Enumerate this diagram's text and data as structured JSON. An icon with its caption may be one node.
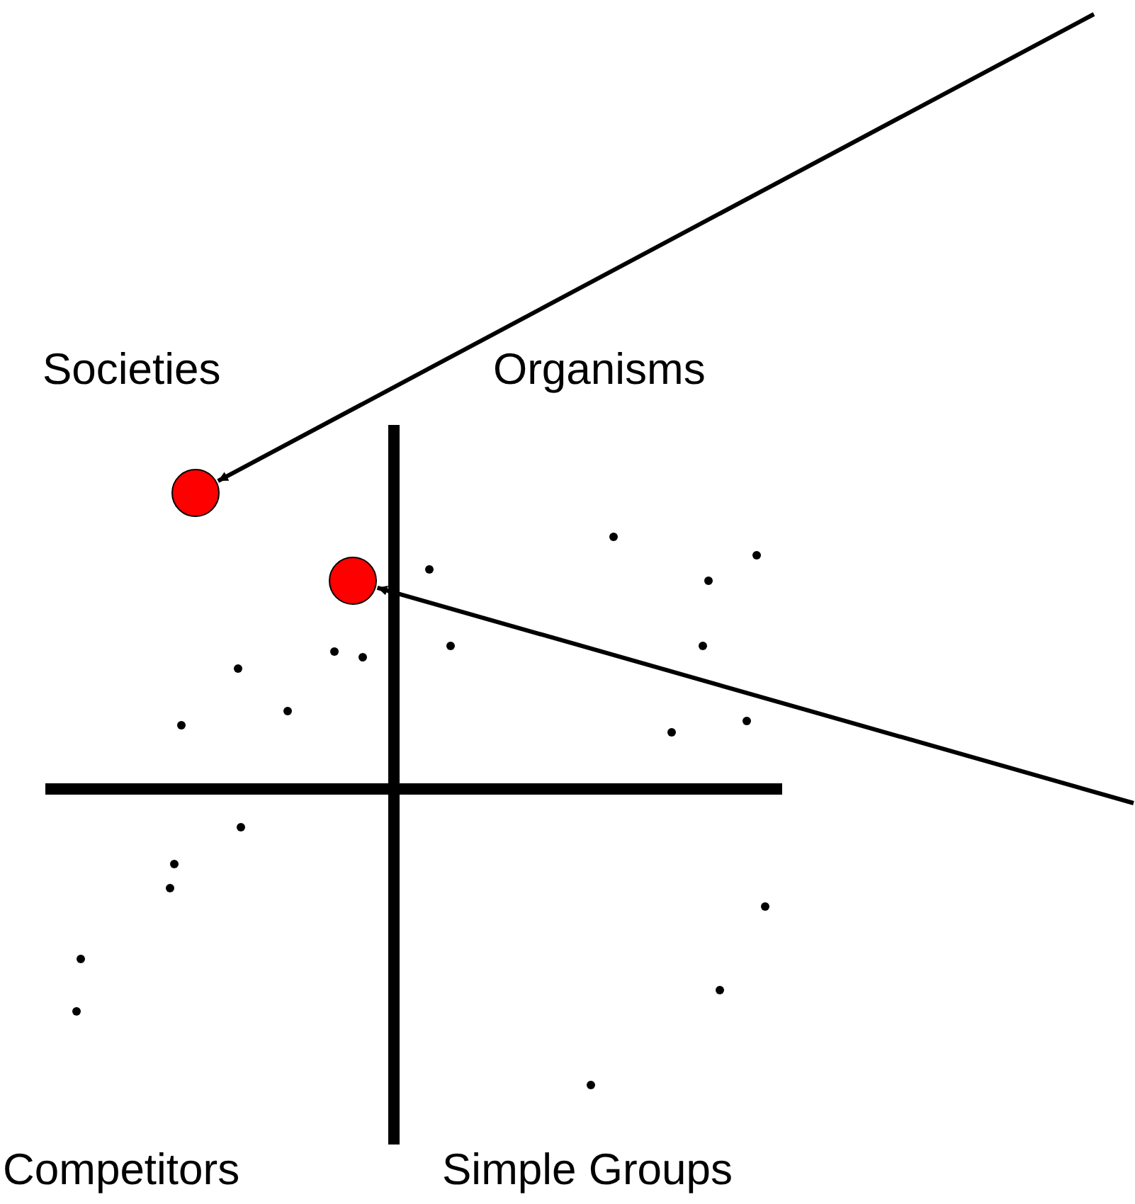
{
  "diagram": {
    "nodes": [
      {
        "text": [],
        "shape": "circle"
      },
      {
        "text": [],
        "shape": "circle"
      }
    ],
    "edges": [
      {
        "from": null,
        "to": 0,
        "arrow": "to"
      },
      {
        "from": null,
        "to": 1,
        "arrow": "to"
      }
    ],
    "labels": [
      "Societies",
      "Organisms",
      "Competitors",
      "Simple Groups"
    ]
  }
}
